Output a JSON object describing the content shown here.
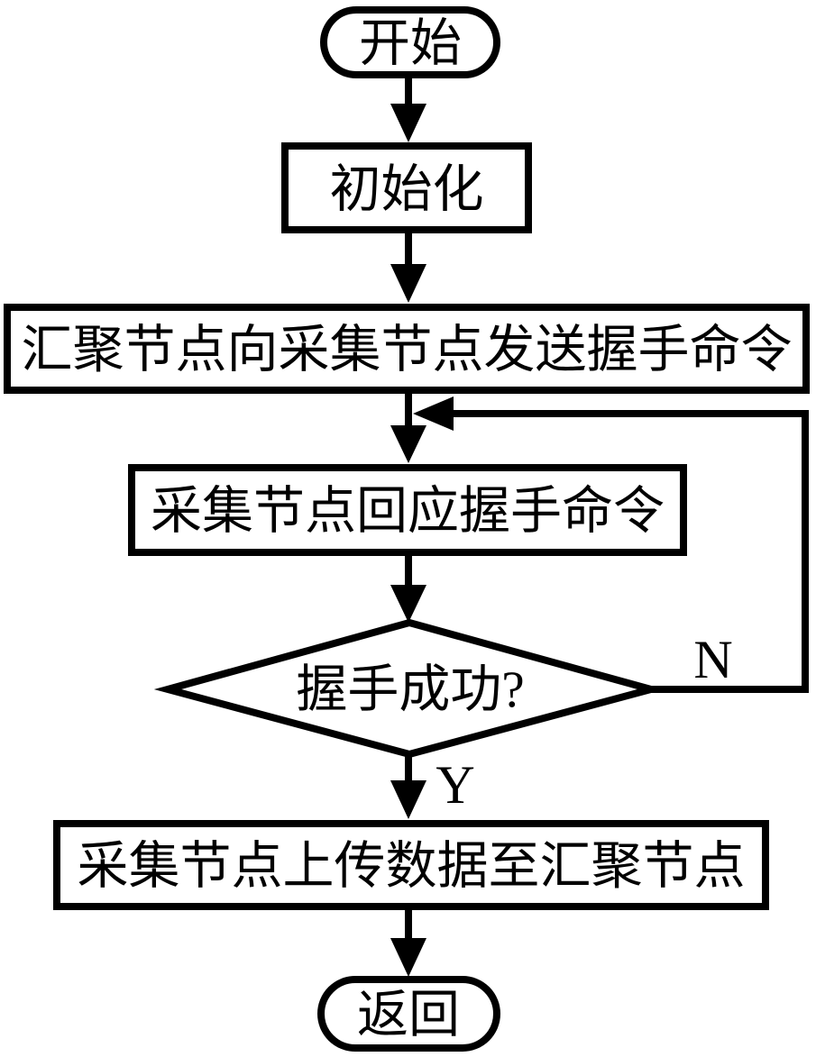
{
  "flowchart": {
    "background_color": "#ffffff",
    "line_color": "#000000",
    "nodes": {
      "start": "开始",
      "init": "初始化",
      "send_handshake": "汇聚节点向采集节点发送握手命令",
      "respond_handshake": "采集节点回应握手命令",
      "decision": "握手成功?",
      "upload_data": "采集节点上传数据至汇聚节点",
      "end": "返回"
    },
    "branch_labels": {
      "no": "N",
      "yes": "Y"
    }
  }
}
